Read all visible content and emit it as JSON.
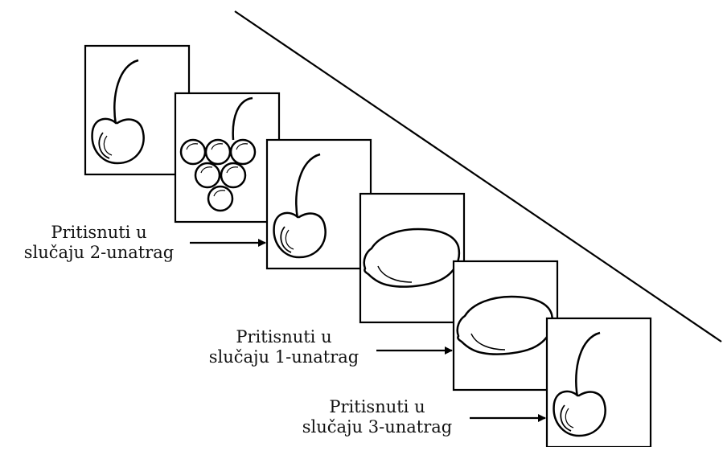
{
  "annotations": [
    {
      "line1": "Pritisnuti u",
      "line2": "slučaju 2-unatrag"
    },
    {
      "line1": "Pritisnuti u",
      "line2": "slučaju 1-unatrag"
    },
    {
      "line1": "Pritisnuti u",
      "line2": "slučaju 3-unatrag"
    }
  ],
  "cards": [
    {
      "item": "cherry"
    },
    {
      "item": "grapes"
    },
    {
      "item": "cherry"
    },
    {
      "item": "lemon"
    },
    {
      "item": "lemon"
    },
    {
      "item": "cherry"
    }
  ],
  "colors": {
    "stroke": "#000000",
    "background": "#ffffff"
  }
}
